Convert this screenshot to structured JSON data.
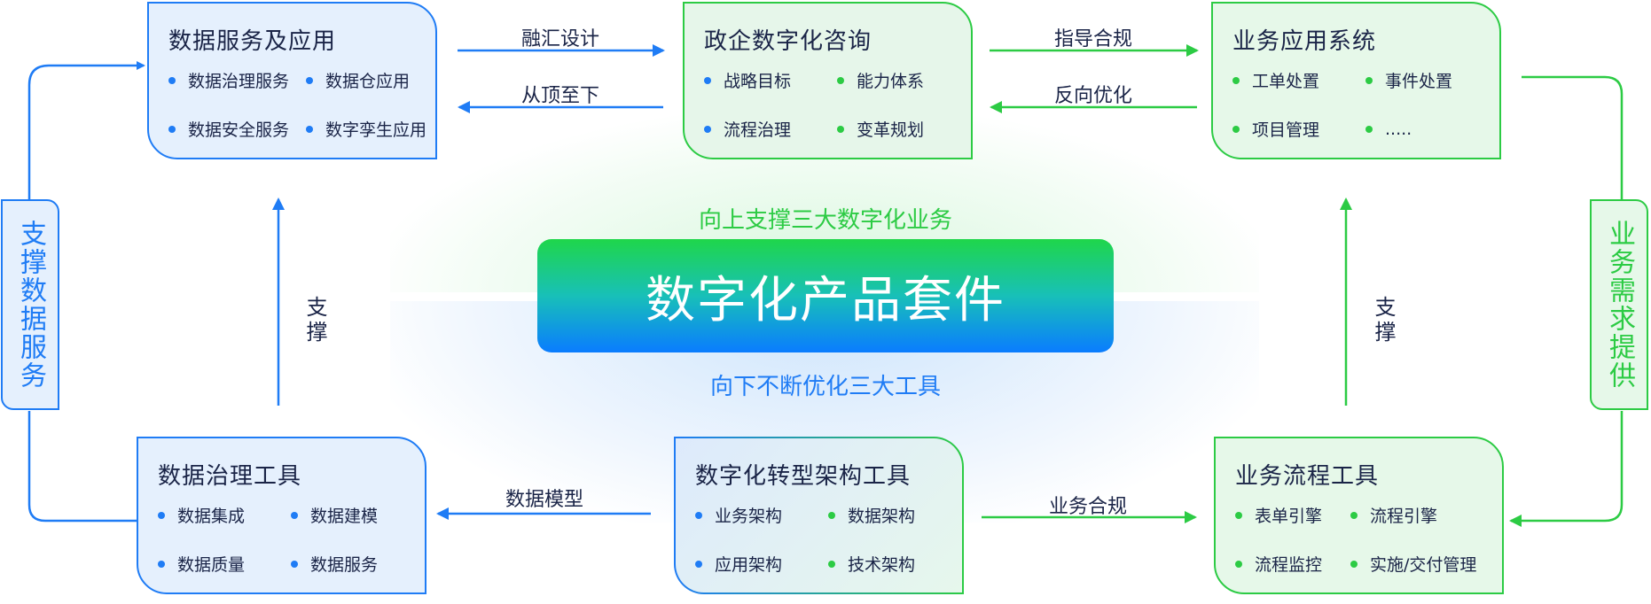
{
  "center": {
    "title": "数字化产品套件",
    "top_caption": "向上支撑三大数字化业务",
    "bottom_caption": "向下不断优化三大工具"
  },
  "boxes": {
    "data_service": {
      "title": "数据服务及应用",
      "items": [
        "数据治理服务",
        "数据仓应用",
        "数据安全服务",
        "数字孪生应用"
      ]
    },
    "consulting": {
      "title": "政企数字化咨询",
      "items": [
        "战略目标",
        "能力体系",
        "流程治理",
        "变革规划"
      ]
    },
    "business_app": {
      "title": "业务应用系统",
      "items": [
        "工单处置",
        "事件处置",
        "项目管理",
        "....."
      ]
    },
    "governance_tool": {
      "title": "数据治理工具",
      "items": [
        "数据集成",
        "数据建模",
        "数据质量",
        "数据服务"
      ]
    },
    "architecture_tool": {
      "title": "数字化转型架构工具",
      "items": [
        "业务架构",
        "数据架构",
        "应用架构",
        "技术架构"
      ]
    },
    "process_tool": {
      "title": "业务流程工具",
      "items": [
        "表单引擎",
        "流程引擎",
        "流程监控",
        "实施/交付管理"
      ]
    }
  },
  "arrows": {
    "fusion_design": "融汇设计",
    "top_down": "从顶至下",
    "guide_compliance": "指导合规",
    "reverse_optimize": "反向优化",
    "data_model": "数据模型",
    "business_compliance": "业务合规",
    "support_left": "支撑",
    "support_right": "支撑"
  },
  "side": {
    "left": "支撑数据服务",
    "right": "业务需求提供"
  },
  "colors": {
    "blue": "#1f7cf5",
    "green": "#2ccb44",
    "navy": "#1a2447"
  }
}
